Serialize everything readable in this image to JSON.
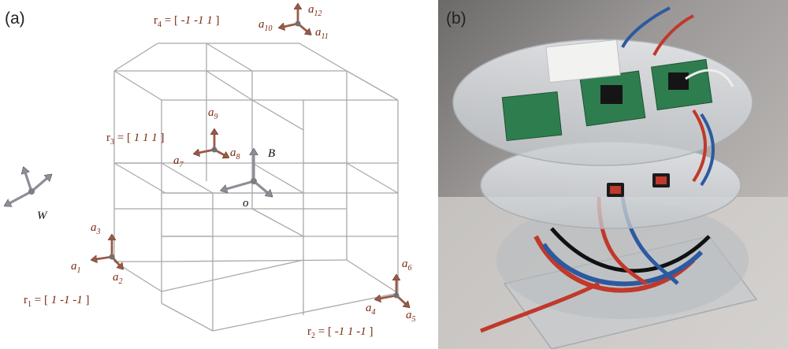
{
  "panels": {
    "a": {
      "label": "(a)"
    },
    "b": {
      "label": "(b)"
    }
  },
  "frames": {
    "world": {
      "label": "W"
    },
    "body": {
      "label": "B",
      "origin": "o"
    }
  },
  "markers": [
    {
      "id": "a1",
      "base": "a",
      "sub": "1"
    },
    {
      "id": "a2",
      "base": "a",
      "sub": "2"
    },
    {
      "id": "a3",
      "base": "a",
      "sub": "3"
    },
    {
      "id": "a4",
      "base": "a",
      "sub": "4"
    },
    {
      "id": "a5",
      "base": "a",
      "sub": "5"
    },
    {
      "id": "a6",
      "base": "a",
      "sub": "6"
    },
    {
      "id": "a7",
      "base": "a",
      "sub": "7"
    },
    {
      "id": "a8",
      "base": "a",
      "sub": "8"
    },
    {
      "id": "a9",
      "base": "a",
      "sub": "9"
    },
    {
      "id": "a10",
      "base": "a",
      "sub": "10"
    },
    {
      "id": "a11",
      "base": "a",
      "sub": "11"
    },
    {
      "id": "a12",
      "base": "a",
      "sub": "12"
    }
  ],
  "positions": [
    {
      "id": "r1",
      "prefix": "r",
      "sub": "1",
      "eq": " = [ ",
      "vec": "1 -1 -1",
      "close": " ]"
    },
    {
      "id": "r2",
      "prefix": "r",
      "sub": "2",
      "eq": " = [ ",
      "vec": "-1 1 -1",
      "close": " ]"
    },
    {
      "id": "r3",
      "prefix": "r",
      "sub": "3",
      "eq": " = [ ",
      "vec": "1 1 1",
      "close": " ]"
    },
    {
      "id": "r4",
      "prefix": "r",
      "sub": "4",
      "eq": " = [ ",
      "vec": "-1 -1 1",
      "close": " ]"
    }
  ],
  "colors": {
    "label": "#7a2b12",
    "grid": "#a9a9a9",
    "arrow_red": "#9a5a45",
    "arrow_gray": "#8c8f96"
  }
}
